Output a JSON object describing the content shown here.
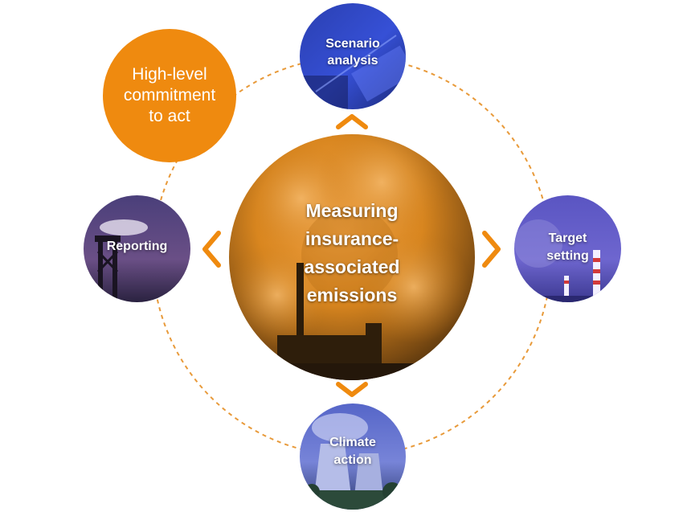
{
  "center": {
    "label": "Measuring\ninsurance-\nassociated\nemissions"
  },
  "nodes": {
    "commitment": "High-level\ncommitment\nto act",
    "scenario": "Scenario\nanalysis",
    "target": "Target\nsetting",
    "reporting": "Reporting",
    "climate": "Climate\naction"
  },
  "colors": {
    "accent": "#ef8a0f",
    "ring": "#e89a3a",
    "label": "#ffffff"
  }
}
